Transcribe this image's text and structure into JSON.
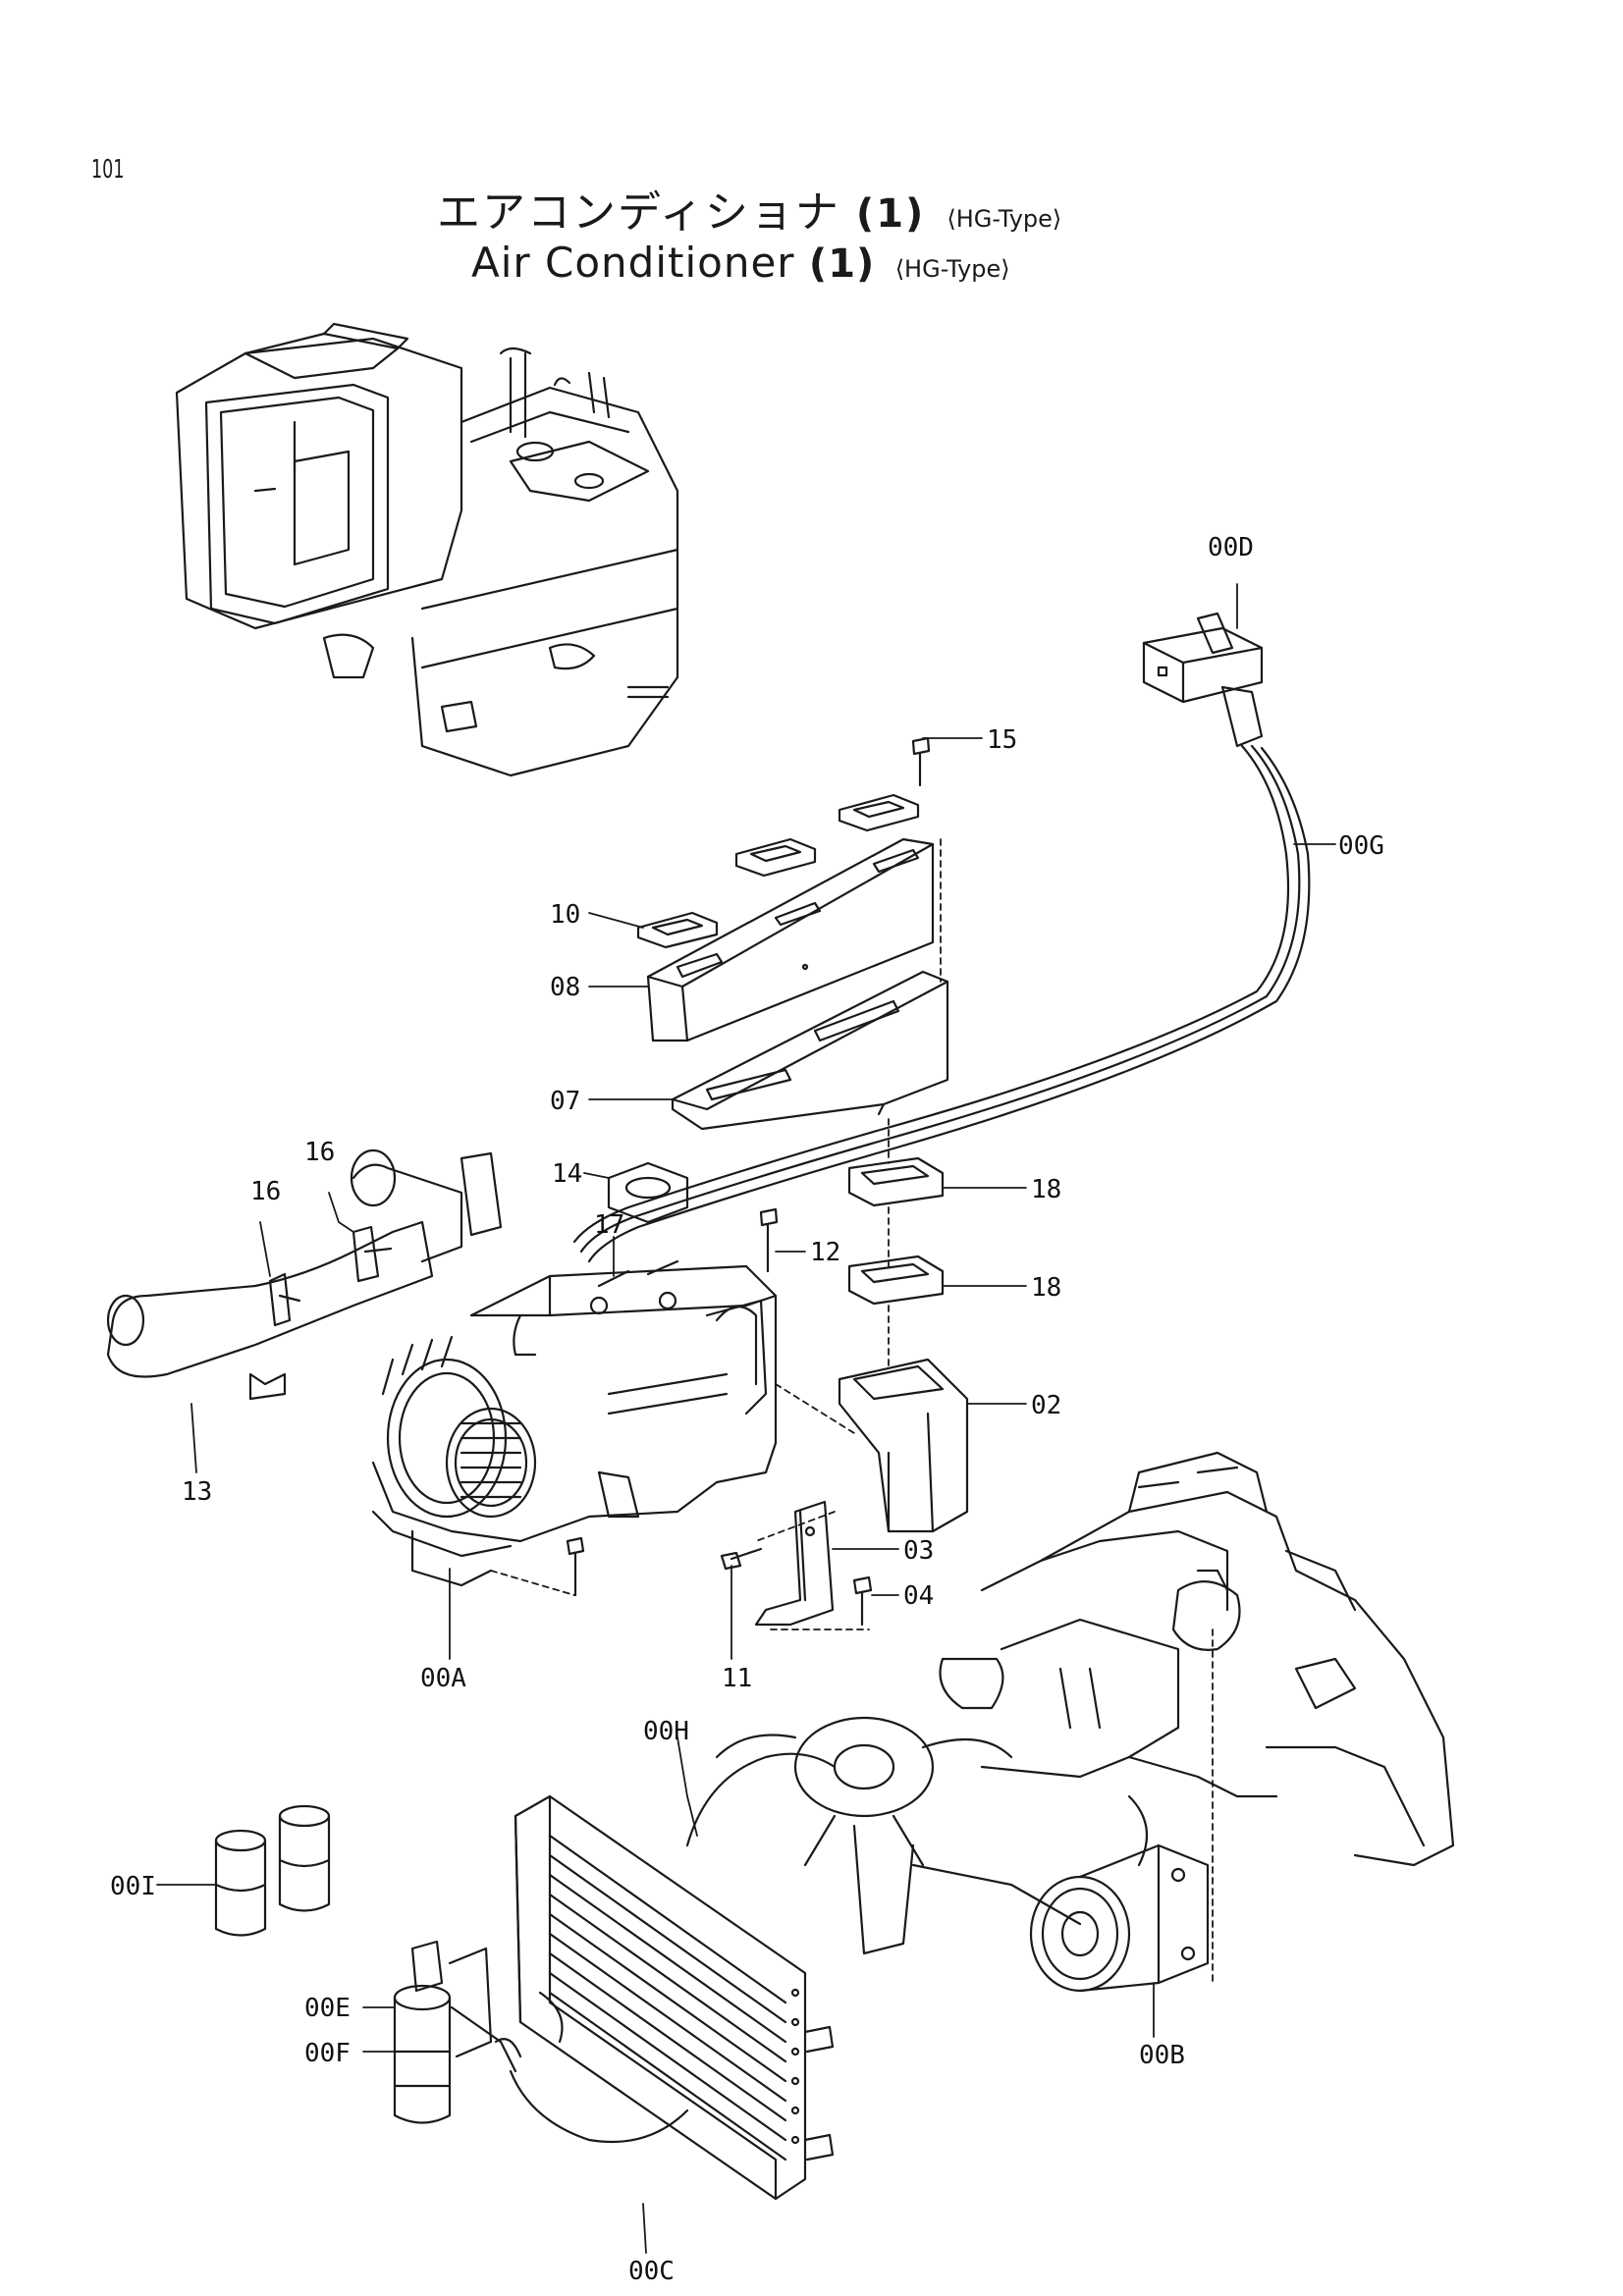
{
  "page_number": "101",
  "title_ja": {
    "main": "エアコンディショナ",
    "num": "(1)",
    "tag": "⟨HG-Type⟩"
  },
  "title_en": {
    "main": "Air Conditioner",
    "num": "(1)",
    "tag": "⟨HG-Type⟩"
  },
  "callouts": {
    "c00D": "00D",
    "c15": "15",
    "c00G": "00G",
    "c10": "10",
    "c08": "08",
    "c07": "07",
    "c14": "14",
    "c18a": "18",
    "c16a": "16",
    "c16b": "16",
    "c17": "17",
    "c12": "12",
    "c18b": "18",
    "c02": "02",
    "c13": "13",
    "c03": "03",
    "c04": "04",
    "c00A": "00A",
    "c11": "11",
    "c00H": "00H",
    "c00I": "00I",
    "c00E": "00E",
    "c00F": "00F",
    "c00B": "00B",
    "c00C": "00C"
  }
}
